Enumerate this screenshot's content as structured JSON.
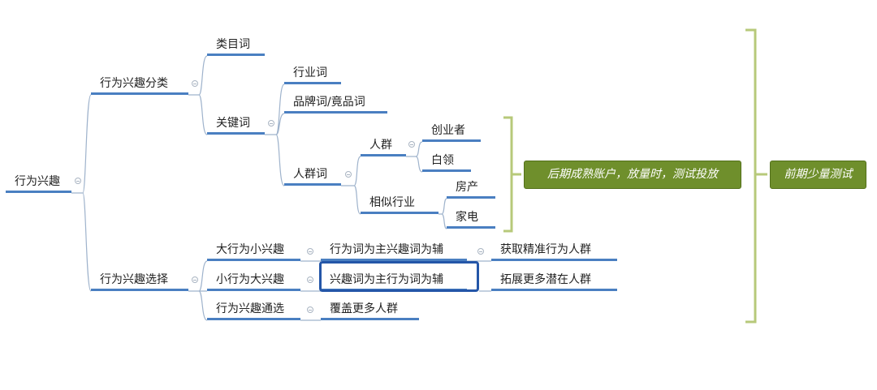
{
  "root": "行为兴趣",
  "classify": {
    "label": "行为兴趣分类",
    "category": "类目词",
    "keyword": "关键词",
    "industry": "行业词",
    "brand": "品牌词/竟品词",
    "crowd_word": "人群词",
    "crowd": "人群",
    "founder": "创业者",
    "white_collar": "白领",
    "similar": "相似行业",
    "realestate": "房产",
    "appliance": "家电"
  },
  "select": {
    "label": "行为兴趣选择",
    "big_small": "大行为小兴趣",
    "small_big": "小行为大兴趣",
    "both": "行为兴趣通选",
    "b1": "行为词为主兴趣词为辅",
    "b2": "兴趣词为主行为词为辅",
    "b3": "覆盖更多人群",
    "r1": "获取精准行为人群",
    "r2": "拓展更多潜在人群"
  },
  "later_box": "后期成熟账户，放量时，测试投放",
  "early_box": "前期少量测试",
  "colors": {
    "line": "#4a7fc1",
    "green": "#6f8f2c",
    "bracket": "#b7c97a",
    "selected": "#2456a8"
  }
}
